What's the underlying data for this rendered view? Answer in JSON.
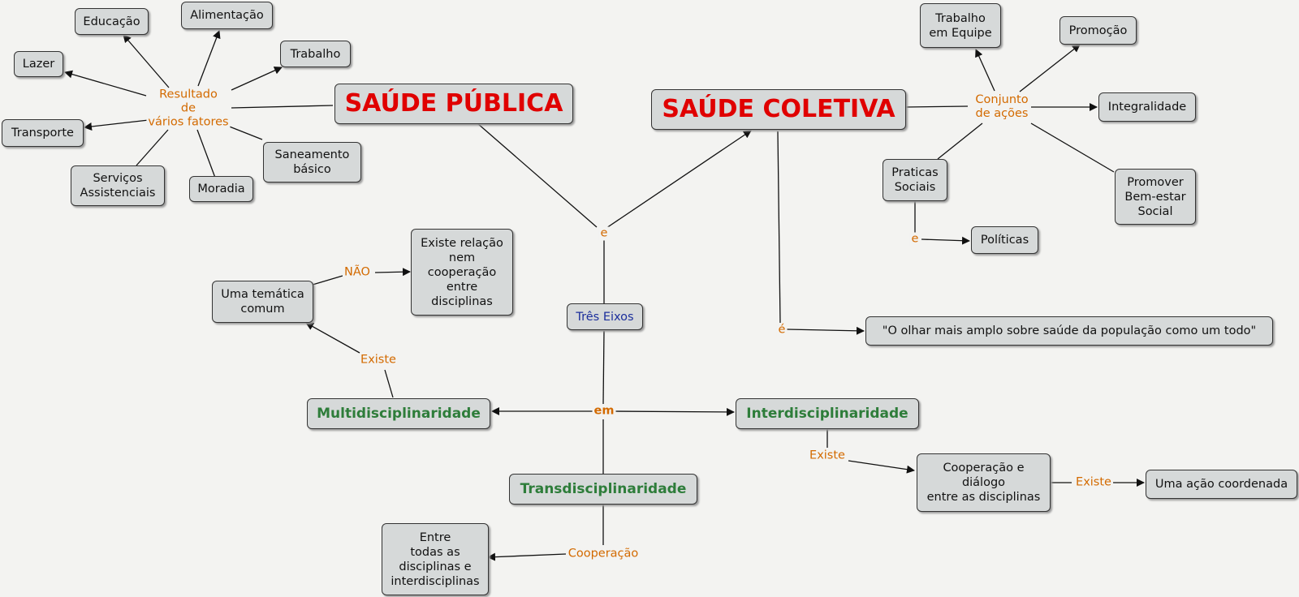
{
  "colors": {
    "background": "#f3f3f1",
    "node_fill": "#d6d9d9",
    "linking_phrase": "#d36a00",
    "title": "#e00000",
    "concept_green": "#2e7d3a",
    "concept_blue": "#1c2f9c"
  },
  "nodes": {
    "saude_publica": "SAÚDE PÚBLICA",
    "saude_coletiva": "SAÚDE COLETIVA",
    "educacao": "Educação",
    "alimentacao": "Alimentação",
    "lazer": "Lazer",
    "trabalho": "Trabalho",
    "transporte": "Transporte",
    "saneamento": "Saneamento\nbásico",
    "servicos": "Serviços\nAssistenciais",
    "moradia": "Moradia",
    "trabalho_equipe": "Trabalho\nem Equipe",
    "promocao": "Promoção",
    "integralidade": "Integralidade",
    "praticas_sociais": "Praticas\nSociais",
    "promover": "Promover\nBem-estar\nSocial",
    "politicas": "Políticas",
    "existe_relacao": "Existe relação\nnem\ncooperação\nentre\ndisciplinas",
    "uma_tematica": "Uma temática\ncomum",
    "tres_eixos": "Três Eixos",
    "olhar": "\"O olhar mais amplo sobre saúde da população como um todo\"",
    "multi": "Multidisciplinaridade",
    "inter": "Interdisciplinaridade",
    "trans": "Transdisciplinaridade",
    "cooperacao_dialogo": "Cooperação e\ndiálogo\nentre as disciplinas",
    "acao_coordenada": "Uma ação coordenada",
    "entre_todas": "Entre\ntodas as\ndisciplinas e\ninterdisciplinas"
  },
  "phrases": {
    "resultado": "Resultado\nde\nvários fatores",
    "conjunto": "Conjunto\nde ações",
    "e_top": "e",
    "e_praticas": "e",
    "e_olhar": "é",
    "nao": "NÃO",
    "existe_multi": "Existe",
    "em": "em",
    "existe_inter": "Existe",
    "existe_coop": "Existe",
    "cooperacao": "Cooperação"
  }
}
